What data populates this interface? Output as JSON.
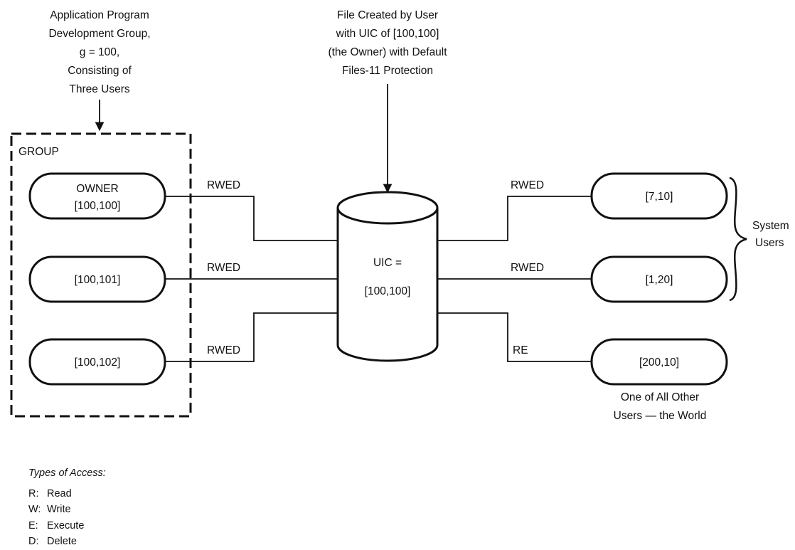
{
  "annotations": {
    "group_description": [
      "Application Program",
      "Development Group,",
      "g = 100,",
      "Consisting of",
      "Three Users"
    ],
    "file_description": [
      "File Created by User",
      "with UIC of [100,100]",
      "(the Owner) with Default",
      "Files-11 Protection"
    ],
    "world_description": [
      "One of All Other",
      "Users — the World"
    ],
    "system_users": [
      "System",
      "Users"
    ]
  },
  "group_label": "GROUP",
  "file": {
    "line1": "UIC =",
    "line2": "[100,100]"
  },
  "users": {
    "owner": {
      "line1": "OWNER",
      "line2": "[100,100]",
      "access": "RWED"
    },
    "member_101": {
      "label": "[100,101]",
      "access": "RWED"
    },
    "member_102": {
      "label": "[100,102]",
      "access": "RWED"
    },
    "system_7_10": {
      "label": "[7,10]",
      "access": "RWED"
    },
    "system_1_20": {
      "label": "[1,20]",
      "access": "RWED"
    },
    "world_200_10": {
      "label": "[200,10]",
      "access": "RE"
    }
  },
  "legend": {
    "title": "Types of Access:",
    "items": [
      {
        "key": "R:",
        "value": "Read"
      },
      {
        "key": "W:",
        "value": "Write"
      },
      {
        "key": "E:",
        "value": "Execute"
      },
      {
        "key": "D:",
        "value": "Delete"
      }
    ]
  }
}
